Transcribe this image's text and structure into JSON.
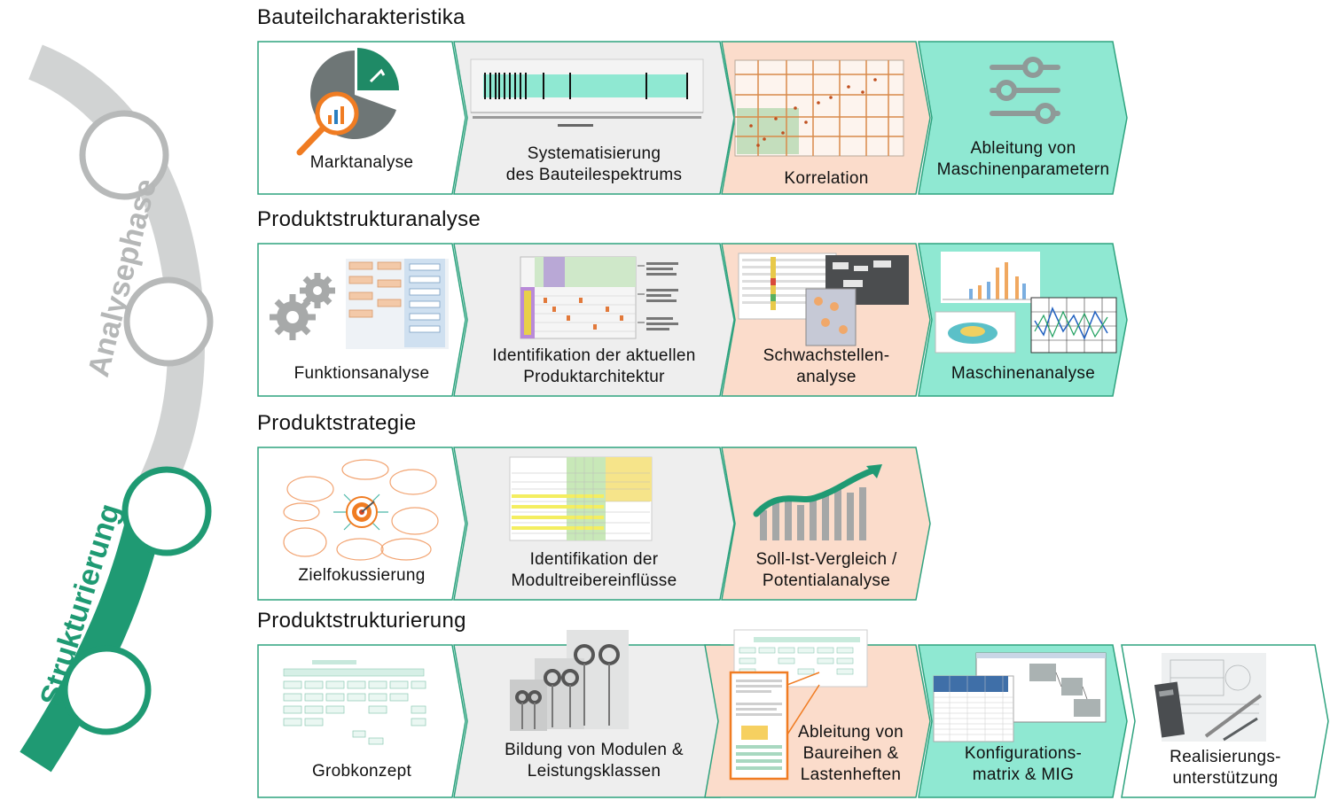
{
  "colors": {
    "border_green": "#2fa37f",
    "white_fill": "#ffffff",
    "grey_fill": "#eeeeee",
    "peach_fill": "#fbdccb",
    "mint_fill": "#8fe8d2",
    "arc_grey": "#c9cbcb",
    "arc_green": "#1f9a73",
    "orange": "#f07c22",
    "text": "#111111"
  },
  "phases": {
    "analyse": "Analysephase",
    "struktur": "Strukturierung"
  },
  "rows": [
    {
      "title": "Bauteilcharakteristika",
      "cards": [
        {
          "label_lines": [
            "Marktanalyse"
          ],
          "fill": "white",
          "icon": "pie-chart-magnifier-icon"
        },
        {
          "label_lines": [
            "Systematisierung",
            "des Bauteilespektrums"
          ],
          "fill": "grey",
          "icon": "length-spectrum-chart"
        },
        {
          "label_lines": [
            "Korrelation"
          ],
          "fill": "peach",
          "icon": "correlation-scatter-chart"
        },
        {
          "label_lines": [
            "Ableitung von",
            "Maschinenparametern"
          ],
          "fill": "mint",
          "icon": "sliders-icon"
        }
      ]
    },
    {
      "title": "Produktstrukturanalyse",
      "cards": [
        {
          "label_lines": [
            "Funktionsanalyse"
          ],
          "fill": "white",
          "icon": "gears-icon"
        },
        {
          "label_lines": [
            "Identifikation der aktuellen",
            "Produktarchitektur"
          ],
          "fill": "grey",
          "icon": "architecture-matrix"
        },
        {
          "label_lines": [
            "Schwachstellen-",
            "analyse"
          ],
          "fill": "peach",
          "icon": "photo-collage"
        },
        {
          "label_lines": [
            "Maschinenanalyse"
          ],
          "fill": "mint",
          "icon": "machine-charts"
        }
      ]
    },
    {
      "title": "Produktstrategie",
      "cards": [
        {
          "label_lines": [
            "Zielfokussierung"
          ],
          "fill": "white",
          "icon": "target-mindmap-icon"
        },
        {
          "label_lines": [
            "Identifikation der",
            "Modultreibereinflüsse"
          ],
          "fill": "grey",
          "icon": "driver-table"
        },
        {
          "label_lines": [
            "Soll-Ist-Vergleich /",
            "Potentialanalyse"
          ],
          "fill": "peach",
          "icon": "growth-bars-icon"
        }
      ]
    },
    {
      "title": "Produktstrukturierung",
      "cards": [
        {
          "label_lines": [
            "Grobkonzept"
          ],
          "fill": "white",
          "icon": "concept-diagram"
        },
        {
          "label_lines": [
            "Bildung von Modulen &",
            "Leistungsklassen"
          ],
          "fill": "grey",
          "icon": "product-photos"
        },
        {
          "label_lines": [
            "Ableitung von",
            "Baureihen &",
            "Lastenheften"
          ],
          "fill": "peach",
          "icon": "spec-documents"
        },
        {
          "label_lines": [
            "Konfigurations-",
            "matrix & MIG"
          ],
          "fill": "mint",
          "icon": "config-matrix"
        },
        {
          "label_lines": [
            "Realisierungs-",
            "unterstützung"
          ],
          "fill": "white",
          "icon": "engineering-drawing"
        }
      ]
    }
  ]
}
